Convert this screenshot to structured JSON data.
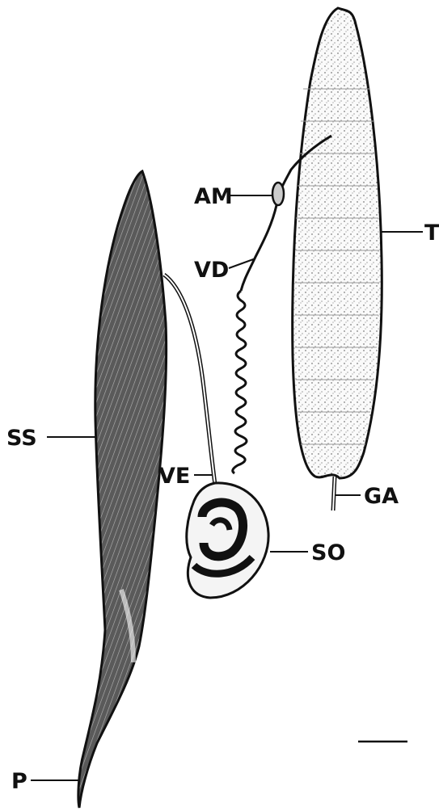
{
  "figure": {
    "labels": {
      "am": "AM",
      "t": "T",
      "vd": "VD",
      "ss": "SS",
      "ve": "VE",
      "ga": "GA",
      "so": "SO",
      "p": "P"
    },
    "colors": {
      "ink": "#111111",
      "paper": "#ffffff",
      "sac_fill": "#4a4a4a",
      "testis_fill": "#f2f2f2"
    }
  }
}
